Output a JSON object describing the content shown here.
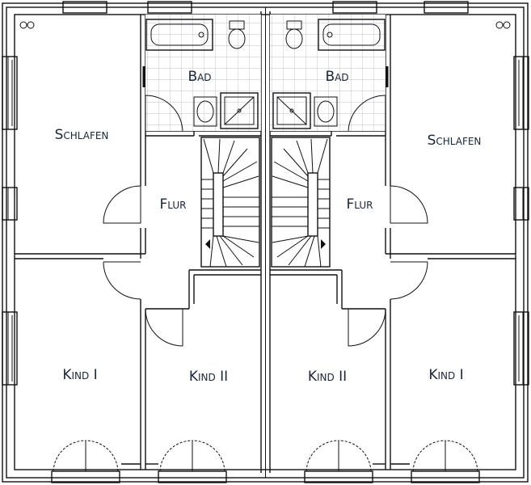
{
  "rooms": {
    "left": {
      "schlafen": "Schlafen",
      "bad": "Bad",
      "flur": "Flur",
      "kind1": "Kind I",
      "kind2": "Kind II"
    },
    "right": {
      "schlafen": "Schlafen",
      "bad": "Bad",
      "flur": "Flur",
      "kind1": "Kind I",
      "kind2": "Kind II"
    }
  }
}
